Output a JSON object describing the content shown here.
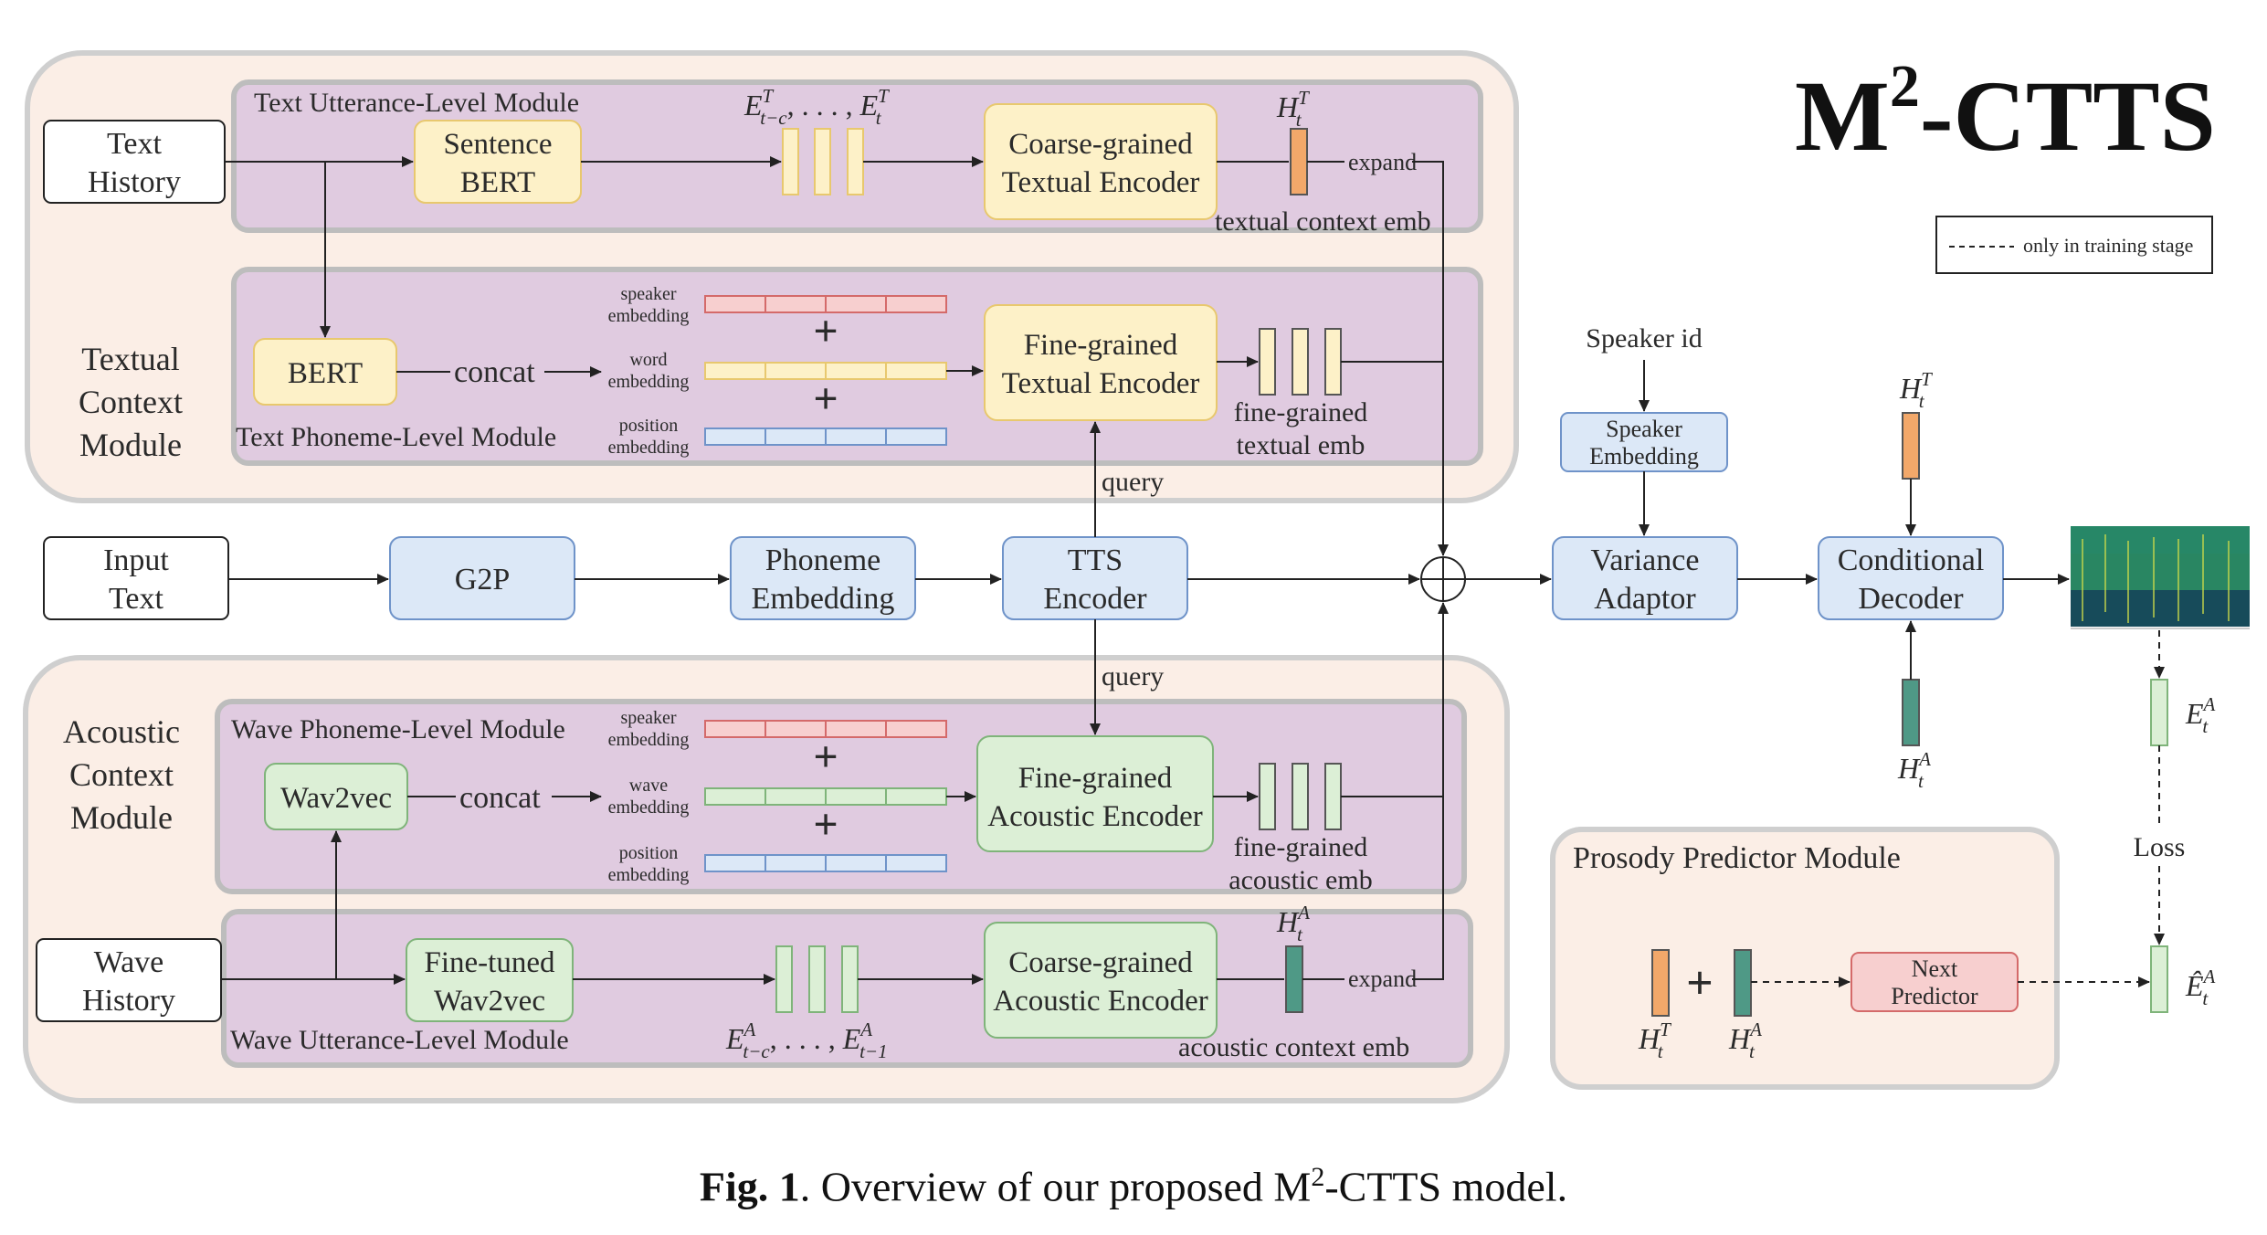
{
  "title": {
    "main": "M",
    "sup": "2",
    "rest": "-CTTS"
  },
  "legend": {
    "text": "only in training stage"
  },
  "modules": {
    "textual_context": [
      "Textual",
      "Context",
      "Module"
    ],
    "acoustic_context": [
      "Acoustic",
      "Context",
      "Module"
    ],
    "text_utterance": "Text Utterance-Level Module",
    "text_phoneme": "Text Phoneme-Level Module",
    "wave_phoneme": "Wave Phoneme-Level Module",
    "wave_utterance": "Wave Utterance-Level Module",
    "prosody": "Prosody Predictor Module"
  },
  "inputs": {
    "text_history": [
      "Text",
      "History"
    ],
    "input_text": [
      "Input",
      "Text"
    ],
    "wave_history": [
      "Wave",
      "History"
    ]
  },
  "blocks": {
    "sentence_bert": [
      "Sentence",
      "BERT"
    ],
    "coarse_textual": [
      "Coarse-grained",
      "Textual Encoder"
    ],
    "bert": "BERT",
    "fine_textual": [
      "Fine-grained",
      "Textual Encoder"
    ],
    "g2p": "G2P",
    "phoneme_embedding": [
      "Phoneme",
      "Embedding"
    ],
    "tts_encoder": [
      "TTS",
      "Encoder"
    ],
    "wav2vec": "Wav2vec",
    "fine_acoustic": [
      "Fine-grained",
      "Acoustic Encoder"
    ],
    "finetuned_wav2vec": [
      "Fine-tuned",
      "Wav2vec"
    ],
    "coarse_acoustic": [
      "Coarse-grained",
      "Acoustic Encoder"
    ],
    "speaker_embedding": [
      "Speaker",
      "Embedding"
    ],
    "variance_adaptor": [
      "Variance",
      "Adaptor"
    ],
    "conditional_decoder": [
      "Conditional",
      "Decoder"
    ],
    "next_predictor": [
      "Next",
      "Predictor"
    ]
  },
  "labels": {
    "concat": "concat",
    "expand": "expand",
    "query": "query",
    "speaker_id": "Speaker id",
    "textual_context_emb": "textual context emb",
    "fine_textual_emb": [
      "fine-grained",
      "textual emb"
    ],
    "fine_acoustic_emb": [
      "fine-grained",
      "acoustic emb"
    ],
    "acoustic_context_emb": "acoustic context emb",
    "speaker_embedding_small": [
      "speaker",
      "embedding"
    ],
    "word_embedding": [
      "word",
      "embedding"
    ],
    "position_embedding": [
      "position",
      "embedding"
    ],
    "wave_embedding": [
      "wave",
      "embedding"
    ],
    "loss": "Loss",
    "plus": "+"
  },
  "math": {
    "E_T_seq": "E",
    "E_T_seq_sup": "T",
    "E_T_seq_sub1": "t−c",
    "E_T_seq_sub2": "t",
    "H": "H",
    "sup_T": "T",
    "sup_A": "A",
    "sub_t": "t",
    "E_A_sub1": "t−c",
    "E_A_sub2": "t−1",
    "dots": ", . . . , ",
    "E": "E",
    "E_hat": "Ê"
  },
  "caption": {
    "fig": "Fig. 1",
    "text": ".  Overview of our proposed M",
    "sup": "2",
    "rest": "-CTTS model."
  },
  "colors": {
    "context_bg": "#fbeee6",
    "module_bg": "#e3cfe0",
    "yellow": "#fdf1c8",
    "yellow_border": "#e8c86e",
    "blue": "#dce8f7",
    "blue_border": "#6f93c9",
    "green": "#dcefd6",
    "green_border": "#7fb47a",
    "red": "#f7cfcf",
    "red_border": "#d46a6a",
    "orange_vec": "#f2a86a",
    "teal_vec": "#4f9986"
  }
}
